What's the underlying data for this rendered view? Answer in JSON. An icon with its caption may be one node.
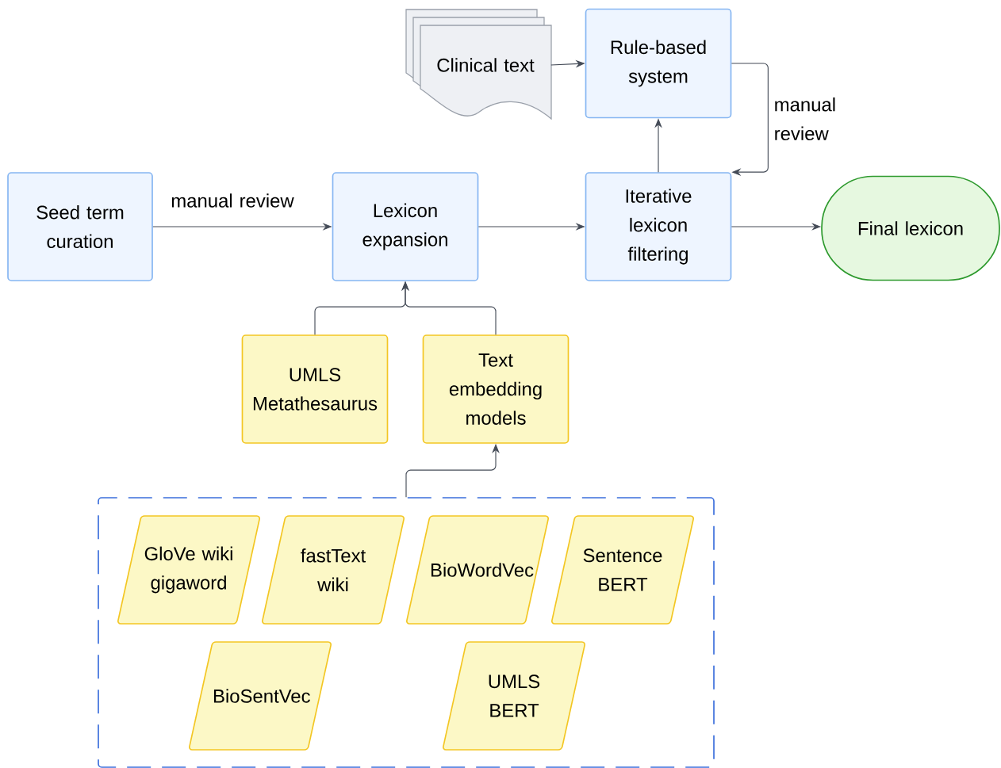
{
  "diagram": {
    "nodes": [
      {
        "text": [
          "Clinical text"
        ]
      },
      {
        "text": [
          "Rule-based system"
        ]
      },
      {
        "text": [
          "Seed term curation"
        ]
      },
      {
        "text": [
          "Lexicon expansion"
        ]
      },
      {
        "text": [
          "Iterative lexicon filtering"
        ]
      },
      {
        "text": [
          "Final lexicon"
        ]
      },
      {
        "text": [
          "UMLS Metathesaurus"
        ]
      },
      {
        "text": [
          "Text embedding models"
        ]
      },
      {
        "text": [],
        "shape": "box"
      },
      {
        "text": [
          "GloVe wiki gigaword"
        ],
        "in": 8
      },
      {
        "text": [
          "fastText wiki"
        ],
        "in": 8
      },
      {
        "text": [
          "BioWordVec"
        ],
        "in": 8
      },
      {
        "text": [
          "Sentence BERT"
        ],
        "in": 8
      },
      {
        "text": [
          "BioSentVec"
        ],
        "in": 8
      },
      {
        "text": [
          "UMLS BERT"
        ],
        "in": 8
      }
    ],
    "edges": [
      {
        "from": 0,
        "to": 1,
        "arrow": "to"
      },
      {
        "from": 4,
        "to": 1,
        "arrow": "to"
      },
      {
        "from": 1,
        "to": 4,
        "arrow": "to",
        "label": "manual review"
      },
      {
        "from": 2,
        "to": 3,
        "arrow": "to",
        "label": "manual review"
      },
      {
        "from": 3,
        "to": 4,
        "arrow": "to"
      },
      {
        "from": 4,
        "to": 5,
        "arrow": "to"
      },
      {
        "from": 6,
        "to": 3,
        "arrow": "to"
      },
      {
        "from": 7,
        "to": 3,
        "arrow": "to"
      },
      {
        "from": 8,
        "to": 7,
        "arrow": "to"
      }
    ]
  }
}
